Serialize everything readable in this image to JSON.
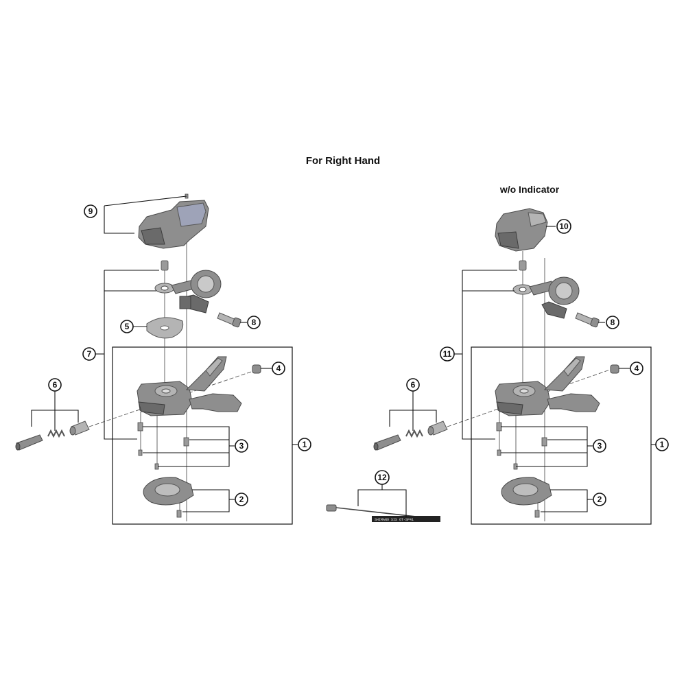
{
  "title": "For Right Hand",
  "subtitle": "w/o Indicator",
  "callouts": {
    "c1_left": "1",
    "c2_left": "2",
    "c3_left": "3",
    "c4_left": "4",
    "c5_left": "5",
    "c6_left": "6",
    "c7_left": "7",
    "c8_left": "8",
    "c9_left": "9",
    "c1_right": "1",
    "c2_right": "2",
    "c3_right": "3",
    "c4_right": "4",
    "c6_right": "6",
    "c8_right": "8",
    "c10_right": "10",
    "c11_right": "11",
    "c12_center": "12"
  },
  "cable_print": "SHIMANO SIS  OT-SP41"
}
